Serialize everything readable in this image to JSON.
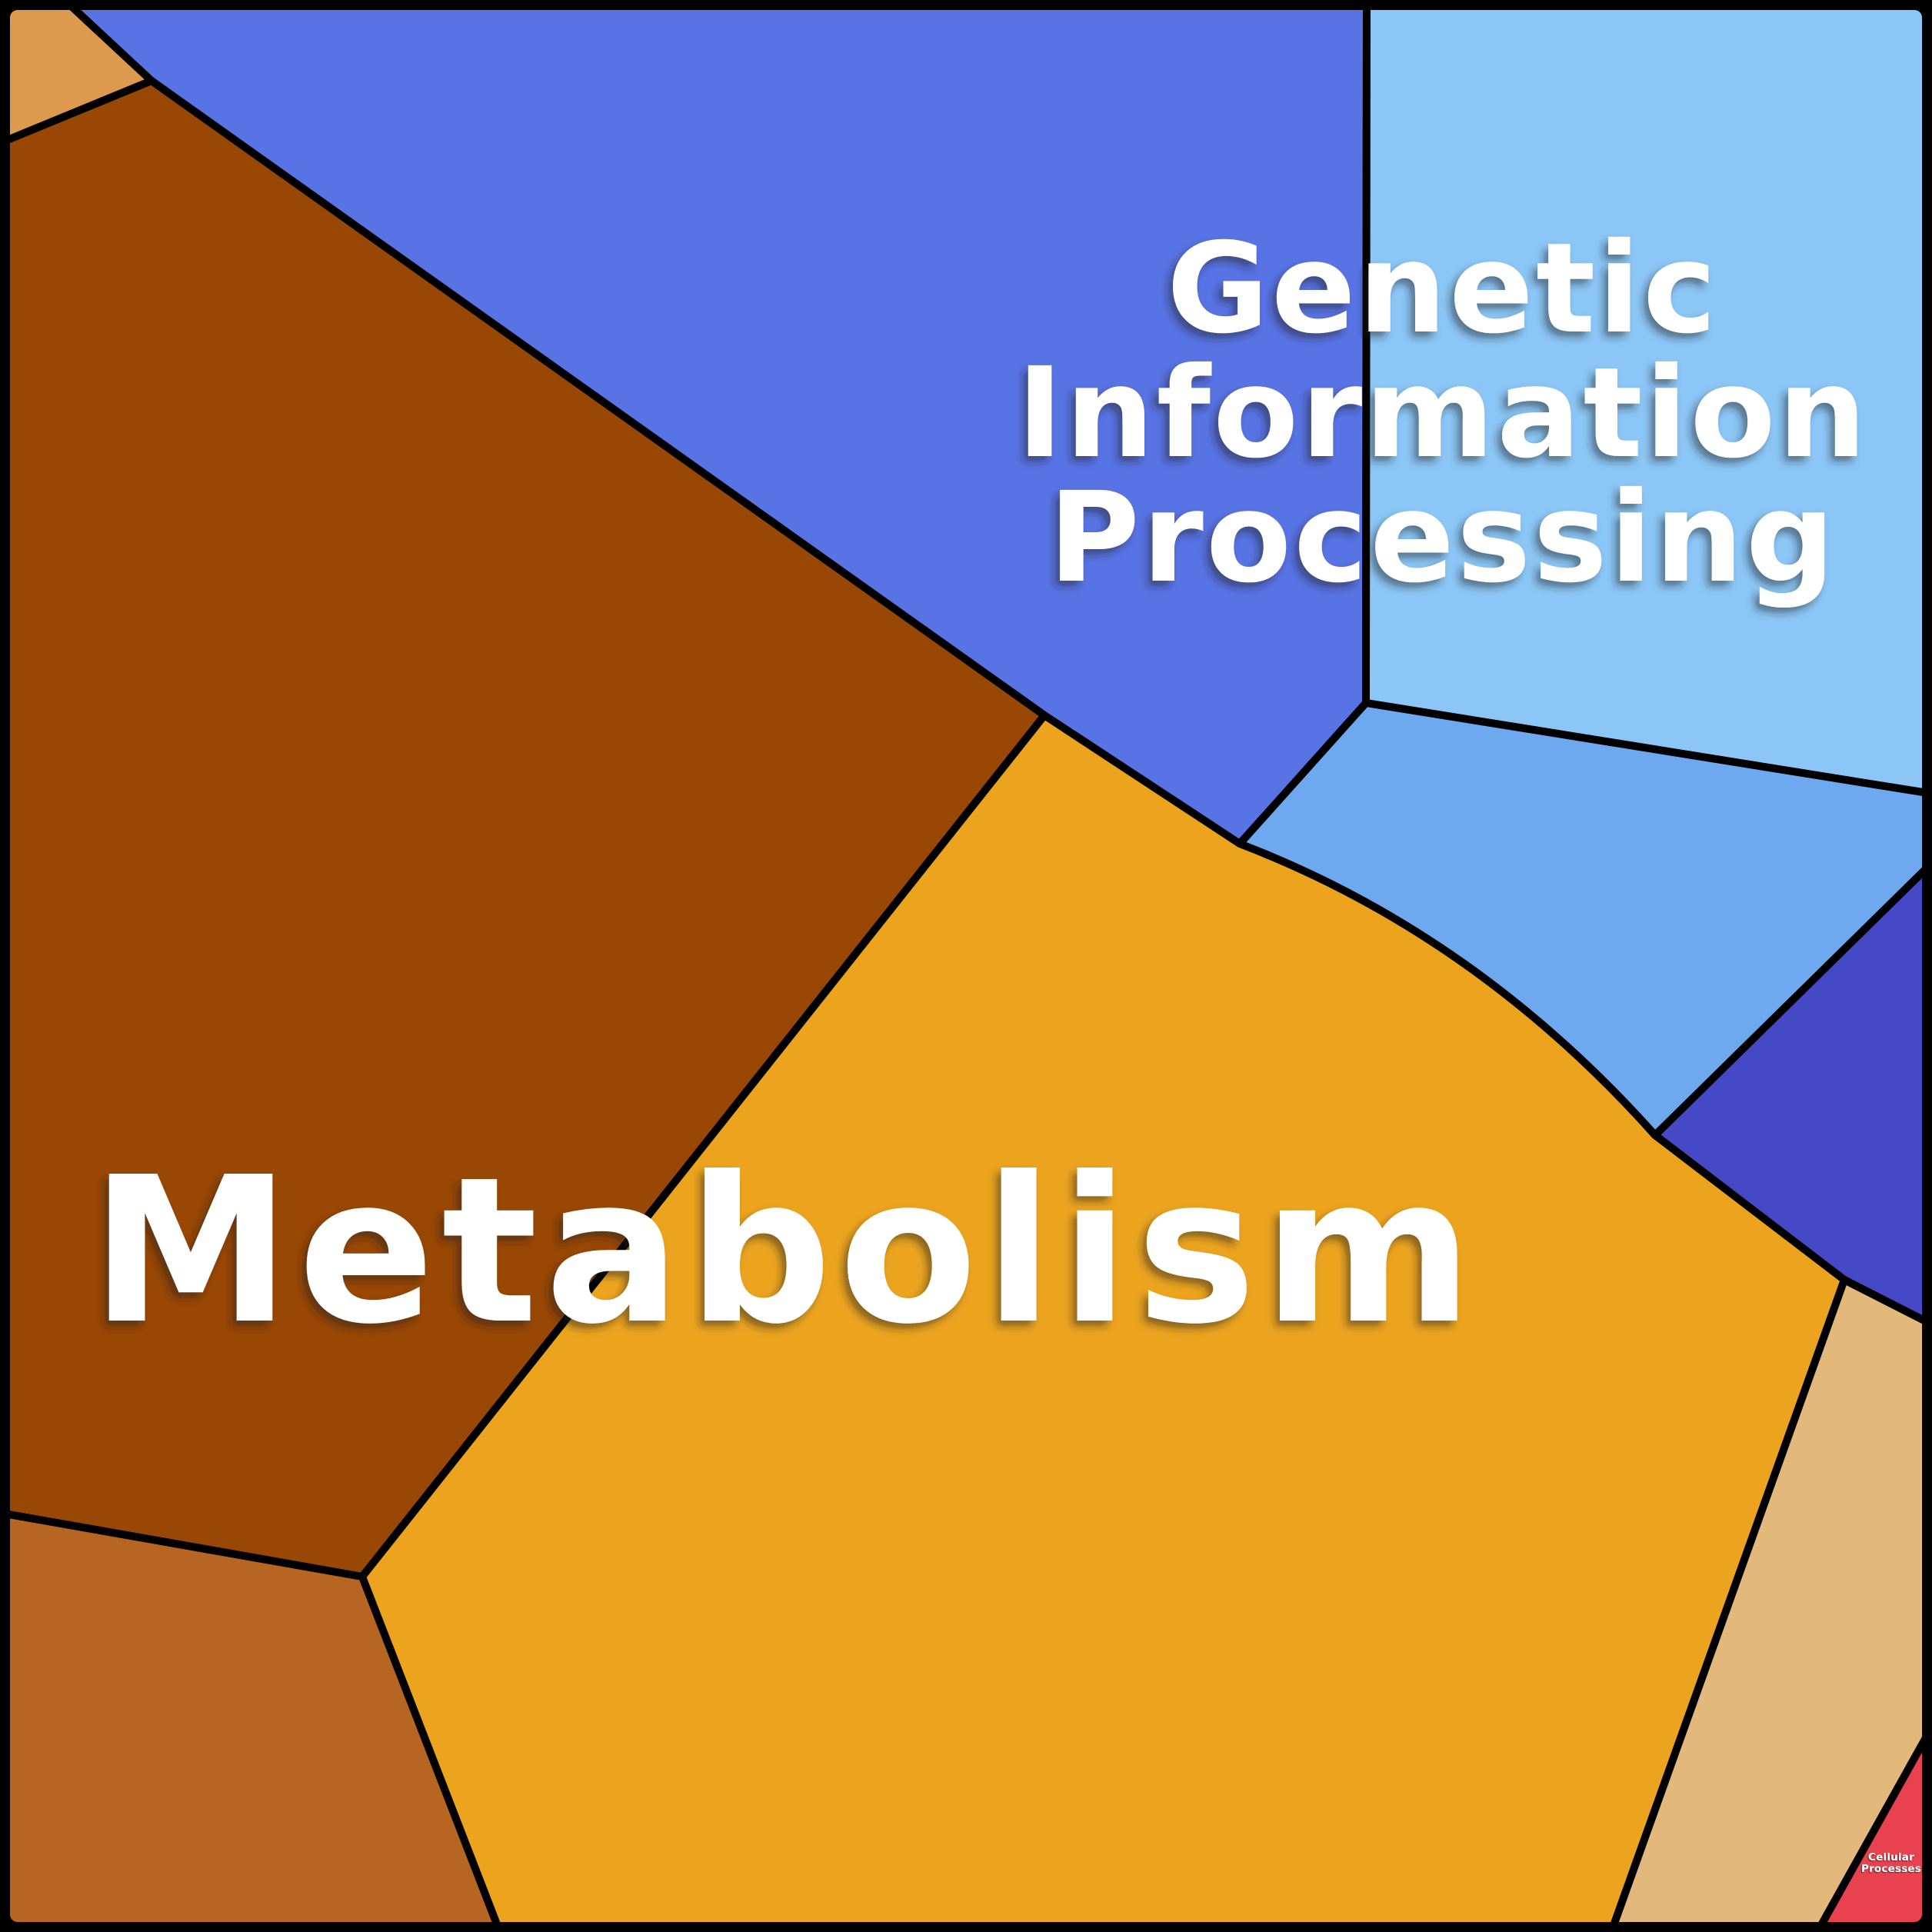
{
  "figure": {
    "kind": "proteomap-style voronoi treemap of functional categories",
    "background_color": "#000000",
    "border_color": "#000000",
    "label_color": "#ffffff"
  },
  "chart_data": {
    "type": "treemap",
    "variant": "voronoi",
    "legend": false,
    "grid": false,
    "categories": [
      {
        "name": "Metabolism",
        "label_lines": [
          "Metabolism"
        ],
        "color_family": "browns-oranges",
        "area_percent_est": 59,
        "cells": [
          {
            "id": "metabolism-main-brown",
            "color": "#994704",
            "area_percent_est": 27
          },
          {
            "id": "metabolism-amber",
            "color": "#eca41f",
            "area_percent_est": 25
          },
          {
            "id": "metabolism-sienna",
            "color": "#b66522",
            "area_percent_est": 4.5
          },
          {
            "id": "metabolism-tan-corner",
            "color": "#dd9a4f",
            "area_percent_est": 0.3
          },
          {
            "id": "metabolism-tan-band",
            "color": "#e2b97a",
            "area_percent_est": 2.5
          }
        ]
      },
      {
        "name": "Genetic Information Processing",
        "label_lines": [
          "Genetic",
          "Information",
          "Processing"
        ],
        "color_family": "blues",
        "area_percent_est": 38,
        "cells": [
          {
            "id": "gip-main-royal",
            "color": "#5873e4",
            "area_percent_est": 19
          },
          {
            "id": "gip-light-blue",
            "color": "#8bc6f6",
            "area_percent_est": 13
          },
          {
            "id": "gip-cornflower",
            "color": "#6ea9f0",
            "area_percent_est": 4.5
          },
          {
            "id": "gip-indigo",
            "color": "#4549c6",
            "area_percent_est": 1.7
          }
        ]
      },
      {
        "name": "Cellular Processes",
        "label_lines": [
          "Cellular",
          "Processes"
        ],
        "color_family": "reds",
        "area_percent_est": 0.3,
        "cells": [
          {
            "id": "cellular-processes-red",
            "color": "#e8414f",
            "area_percent_est": 0.3
          }
        ]
      }
    ]
  }
}
